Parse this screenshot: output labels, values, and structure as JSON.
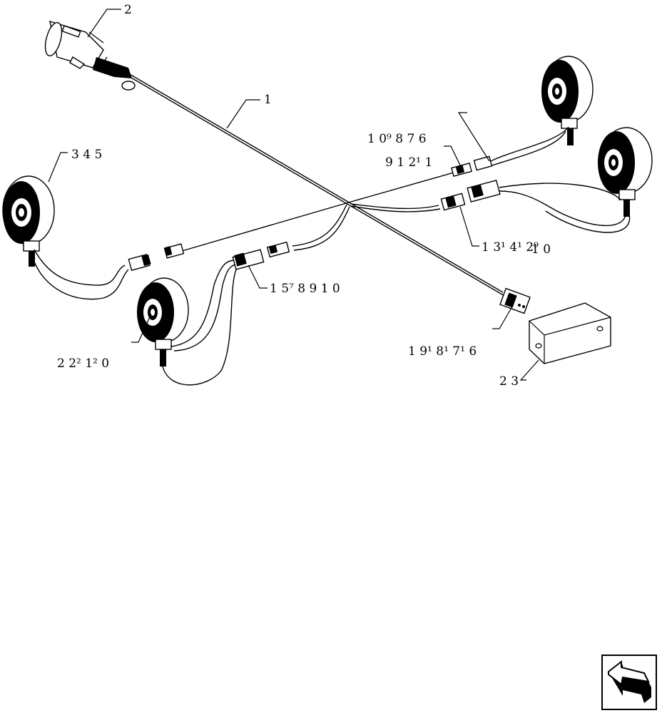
{
  "callouts": {
    "c1": "1",
    "c2": "2",
    "c345": "3 4 5",
    "c109876": "1 0⁹ 8 7 6",
    "c912_11": "9 1 2¹ 1",
    "c13_14_12_9_10a": "1 3¹ 4¹ 2⁹",
    "c13_14_12_9_10b": "1 0",
    "c15789_10": "1 5⁷ 8 9 1 0",
    "c19_18_17_16": "1 9¹ 8¹ 7¹ 6",
    "c22_21_20": "2 2² 1² 0",
    "c23": "2 3"
  },
  "nav": {
    "icon": "return-arrow-icon"
  },
  "colors": {
    "ink": "#000000",
    "paper": "#ffffff"
  }
}
